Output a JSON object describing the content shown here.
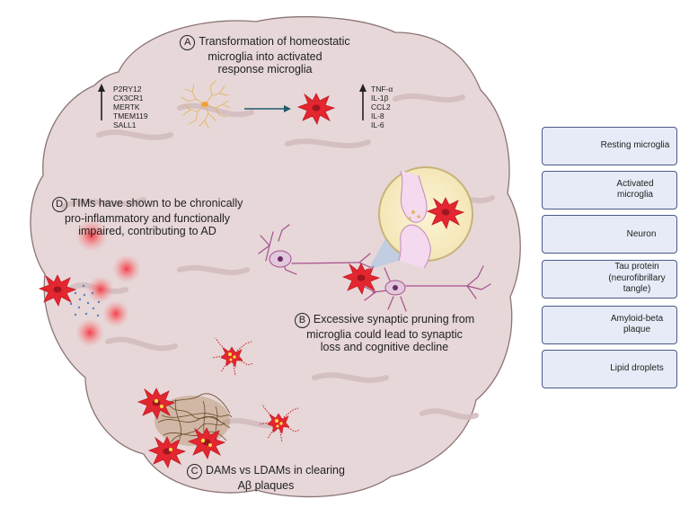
{
  "section_a": {
    "letter": "A",
    "line1": "Transformation of homeostatic",
    "line2": "microglia into activated",
    "line3": "response microglia",
    "homeostatic_markers": [
      "P2RY12",
      "CX3CR1",
      "MERTK",
      "TMEM119",
      "SALL1"
    ],
    "inflammatory_markers": [
      "TNF-α",
      "IL-1β",
      "CCL2",
      "IL-8",
      "IL-6"
    ]
  },
  "section_b": {
    "letter": "B",
    "line1": "Excessive synaptic pruning from",
    "line2": "microglia could lead to synaptic",
    "line3": "loss and cognitive decline"
  },
  "section_c": {
    "letter": "C",
    "line1": "DAMs vs LDAMs in clearing",
    "line2": "Aβ plaques"
  },
  "section_d": {
    "letter": "D",
    "line1": "TIMs have shown to be chronically",
    "line2": "pro-inflammatory and functionally",
    "line3": "impaired, contributing to AD"
  },
  "legend": [
    {
      "id": "resting",
      "line1": "Resting microglia",
      "line2": ""
    },
    {
      "id": "activated",
      "line1": "Activated",
      "line2": "microglia"
    },
    {
      "id": "neuron",
      "line1": "Neuron",
      "line2": ""
    },
    {
      "id": "tau",
      "line1": "Tau protein",
      "line2": "(neurofibrillary",
      "line3": "tangle)"
    },
    {
      "id": "amyloid",
      "line1": "Amyloid-beta",
      "line2": "plaque"
    },
    {
      "id": "lipid",
      "line1": "Lipid droplets",
      "line2": ""
    }
  ],
  "colors": {
    "brain_fill": "#e7d7d8",
    "brain_stroke": "#8c7475",
    "fold": "#d3bdbf",
    "microglia_red": "#e3262f",
    "nucleus": "#a11a24",
    "resting_branch": "#e2b664",
    "neuron": "#a64f8f",
    "legend_fill": "#e7ebf7",
    "legend_stroke": "#4a5a86",
    "lipid": "#f5dc3f",
    "plaque": "#6d4a28",
    "arrow": "#1e5a6e"
  }
}
